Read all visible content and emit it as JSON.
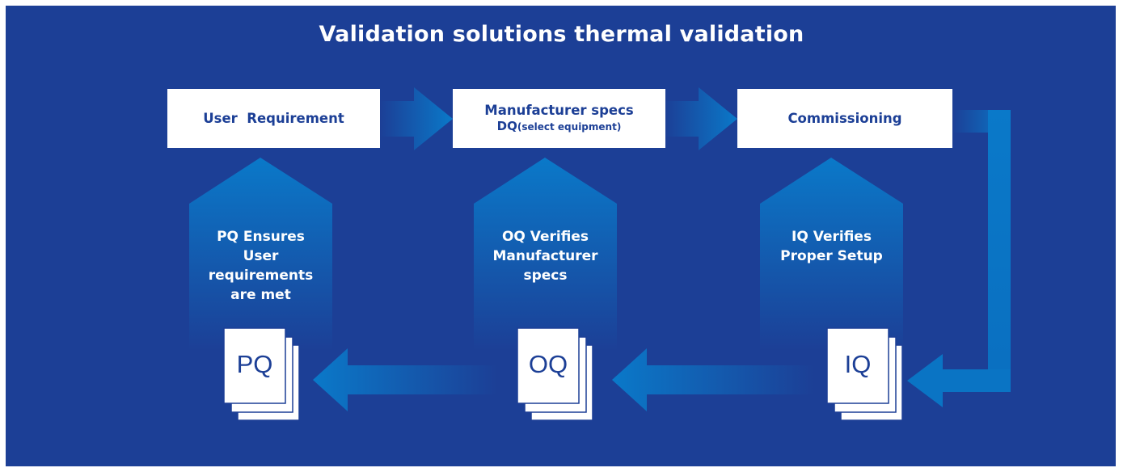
{
  "title": "Validation solutions thermal validation",
  "boxes": {
    "user_requirement": {
      "line1": "User  Requirement"
    },
    "manufacturer": {
      "line1": "Manufacturer specs",
      "line2_main": "DQ",
      "line2_small": "(select equipment)"
    },
    "commissioning": {
      "line1": "Commissioning"
    }
  },
  "qualifications": {
    "pq": {
      "lines": [
        "PQ Ensures",
        "User requirements",
        "are met"
      ],
      "doc": "PQ"
    },
    "oq": {
      "lines": [
        "OQ Verifies",
        "Manufacturer",
        "specs"
      ],
      "doc": "OQ"
    },
    "iq": {
      "lines": [
        "IQ Verifies",
        "Proper Setup"
      ],
      "doc": "IQ"
    }
  },
  "colors": {
    "background": "#1c3f96",
    "box_fill": "#ffffff",
    "text_dark": "#1c3f96",
    "arrow_light": "#0a79c9",
    "arrow_dark": "#1c3f96"
  }
}
